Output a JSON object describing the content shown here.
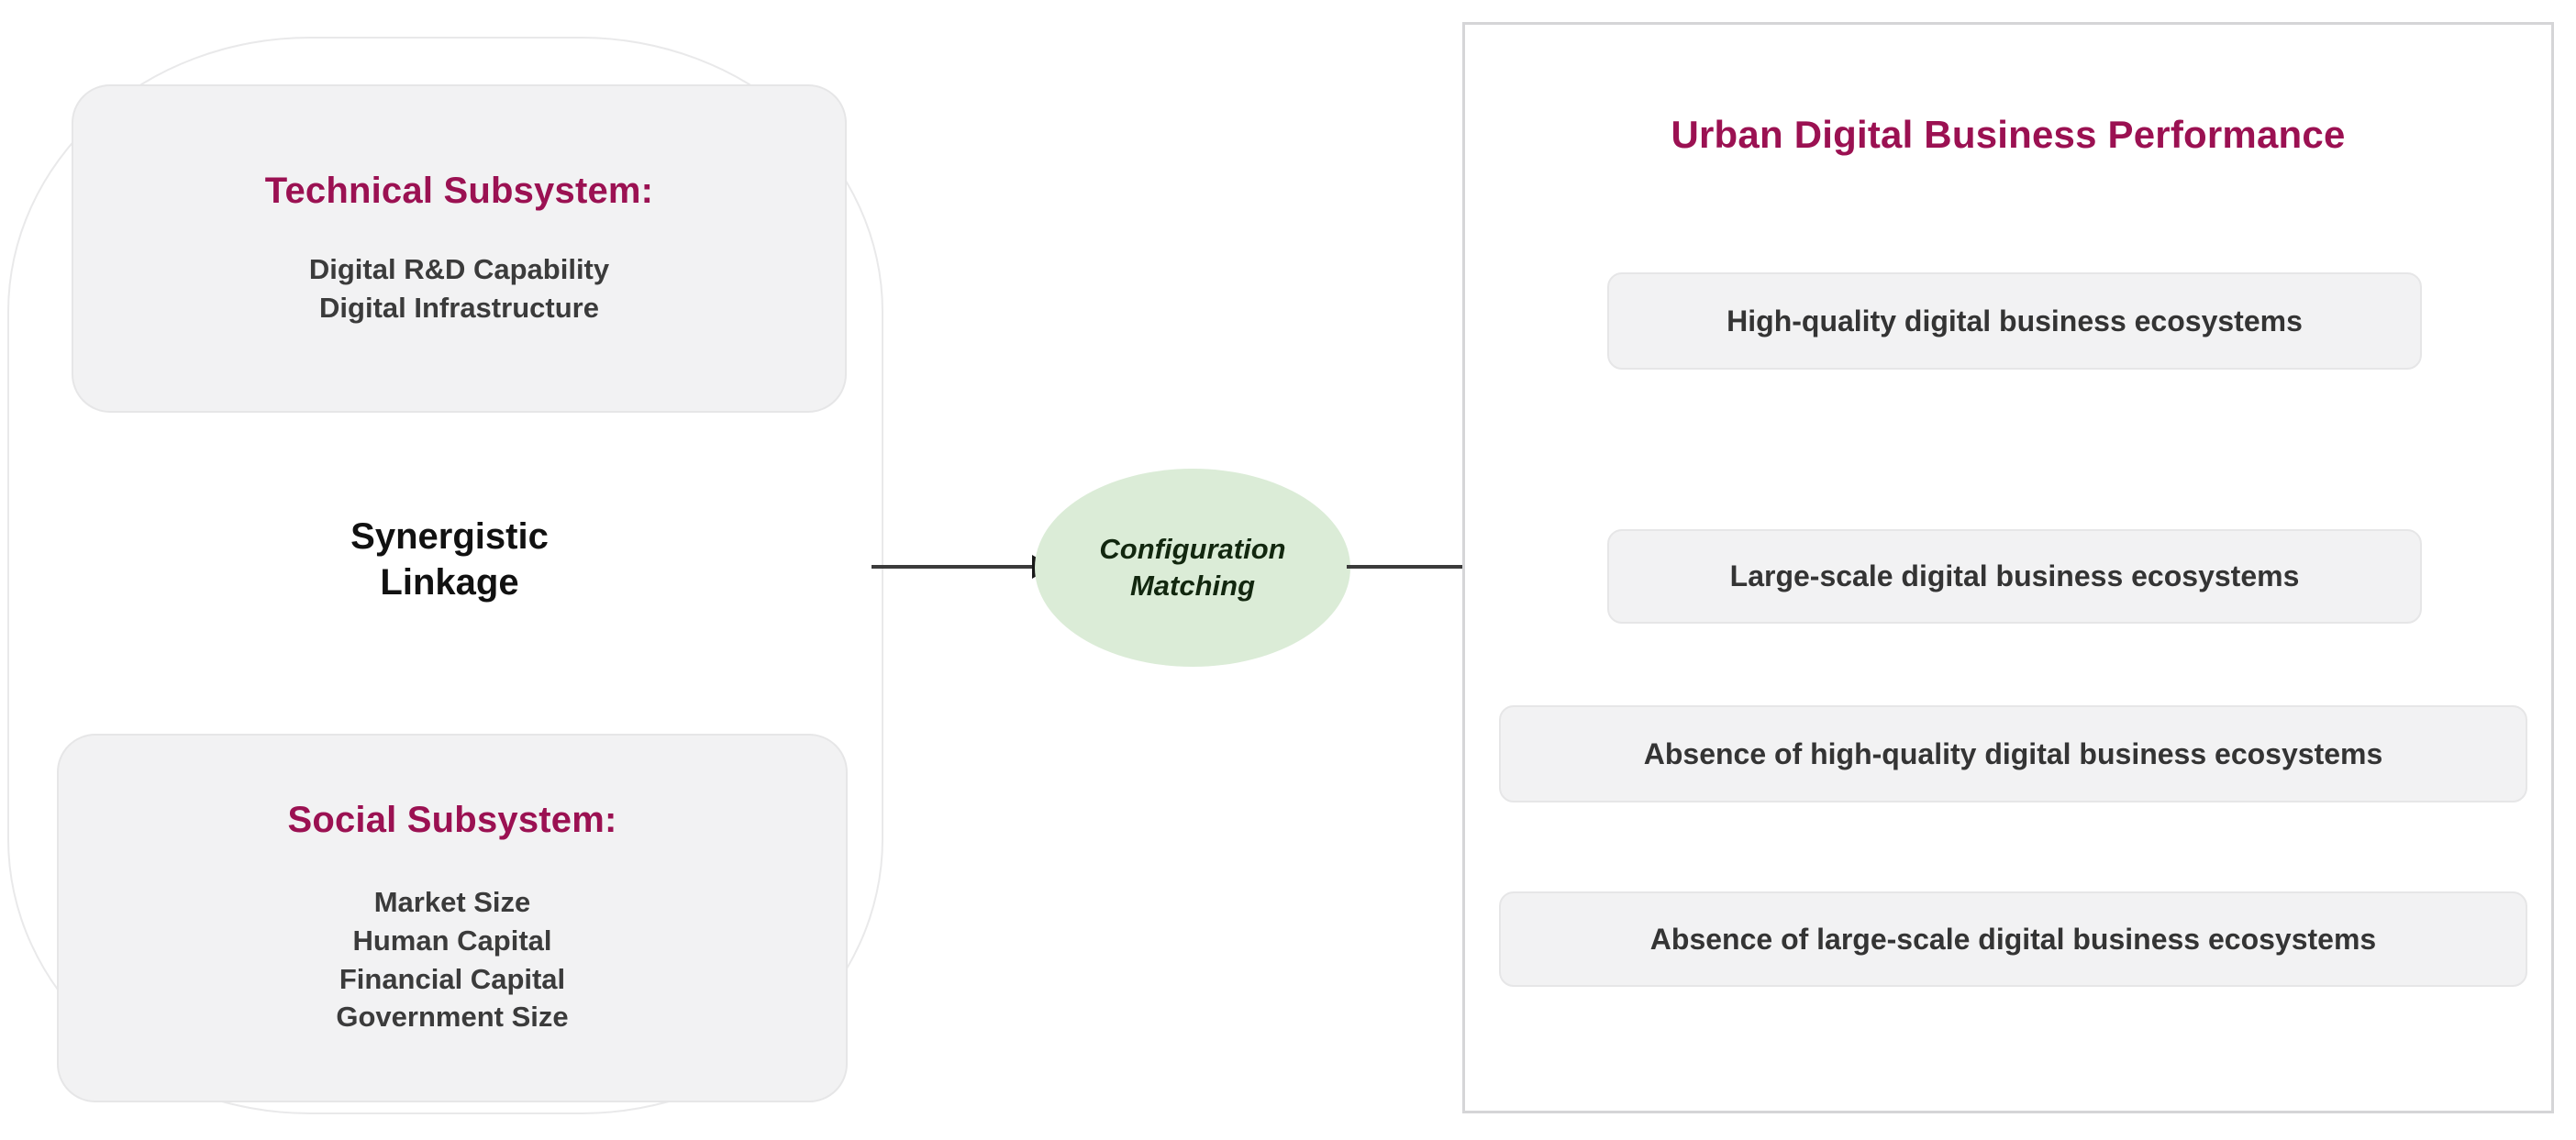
{
  "left": {
    "capsule_name": "antecedent-condition-capsule",
    "linkage_label_line1": "Synergistic",
    "linkage_label_line2": "Linkage",
    "subsystems": [
      {
        "id": "technical",
        "title": "Technical Subsystem:",
        "items": [
          "Digital R&D Capability",
          "Digital Infrastructure"
        ]
      },
      {
        "id": "social",
        "title": "Social Subsystem:",
        "items": [
          "Market Size",
          "Human Capital",
          "Financial Capital",
          "Government Size"
        ]
      }
    ]
  },
  "middle": {
    "ellipse_line1": "Configuration",
    "ellipse_line2": "Matching"
  },
  "right": {
    "title": "Urban Digital Business Performance",
    "outcomes": [
      "High-quality digital business ecosystems",
      "Large-scale digital business ecosystems",
      "Absence of high-quality digital business ecosystems",
      "Absence of large-scale digital business ecosystems"
    ]
  },
  "colors": {
    "heading_crimson": "#9b1152",
    "body_gray": "#3b3b3b",
    "box_fill": "#f2f2f3",
    "box_border": "#e6e6e7",
    "panel_border": "#d5d5d7",
    "ellipse_fill": "#dbecd7",
    "ellipse_text": "#12270f",
    "arrow": "#3b3b3b",
    "background": "#ffffff"
  }
}
